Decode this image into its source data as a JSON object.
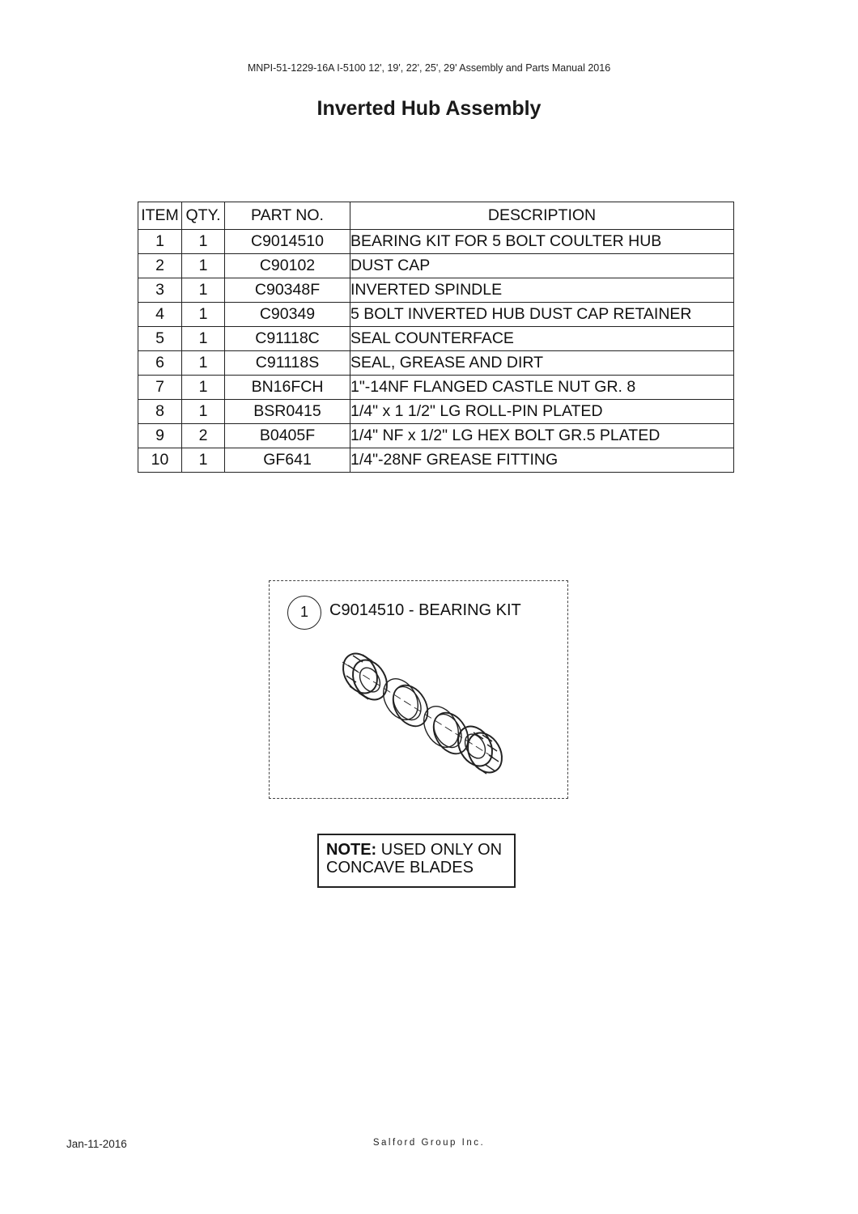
{
  "header": {
    "manual_id": "MNPI-51-1229-16A I-5100 12', 19', 22', 25', 29' Assembly and Parts Manual 2016",
    "title": "Inverted Hub Assembly"
  },
  "parts_table": {
    "columns": [
      "ITEM",
      "QTY.",
      "PART NO.",
      "DESCRIPTION"
    ],
    "rows": [
      {
        "item": "1",
        "qty": "1",
        "part_no": "C9014510",
        "description": "BEARING KIT FOR 5 BOLT COULTER HUB"
      },
      {
        "item": "2",
        "qty": "1",
        "part_no": "C90102",
        "description": "DUST CAP"
      },
      {
        "item": "3",
        "qty": "1",
        "part_no": "C90348F",
        "description": "INVERTED SPINDLE"
      },
      {
        "item": "4",
        "qty": "1",
        "part_no": "C90349",
        "description": "5 BOLT INVERTED HUB DUST CAP RETAINER"
      },
      {
        "item": "5",
        "qty": "1",
        "part_no": "C91118C",
        "description": "SEAL COUNTERFACE"
      },
      {
        "item": "6",
        "qty": "1",
        "part_no": "C91118S",
        "description": "SEAL, GREASE AND DIRT"
      },
      {
        "item": "7",
        "qty": "1",
        "part_no": "BN16FCH",
        "description": "1\"-14NF FLANGED CASTLE NUT GR. 8"
      },
      {
        "item": "8",
        "qty": "1",
        "part_no": "BSR0415",
        "description": "1/4\" x 1 1/2\" LG ROLL-PIN PLATED"
      },
      {
        "item": "9",
        "qty": "2",
        "part_no": "B0405F",
        "description": "1/4\" NF x 1/2\" LG HEX BOLT GR.5 PLATED"
      },
      {
        "item": "10",
        "qty": "1",
        "part_no": "GF641",
        "description": "1/4\"-28NF GREASE FITTING"
      }
    ]
  },
  "bearing_kit": {
    "balloon": "1",
    "label": "C9014510 - BEARING KIT"
  },
  "note": {
    "label": "NOTE:",
    "line1": "USED ONLY ON",
    "line2": "CONCAVE BLADES"
  },
  "footer": {
    "date": "Jan-11-2016",
    "company": "Salford Group Inc."
  }
}
